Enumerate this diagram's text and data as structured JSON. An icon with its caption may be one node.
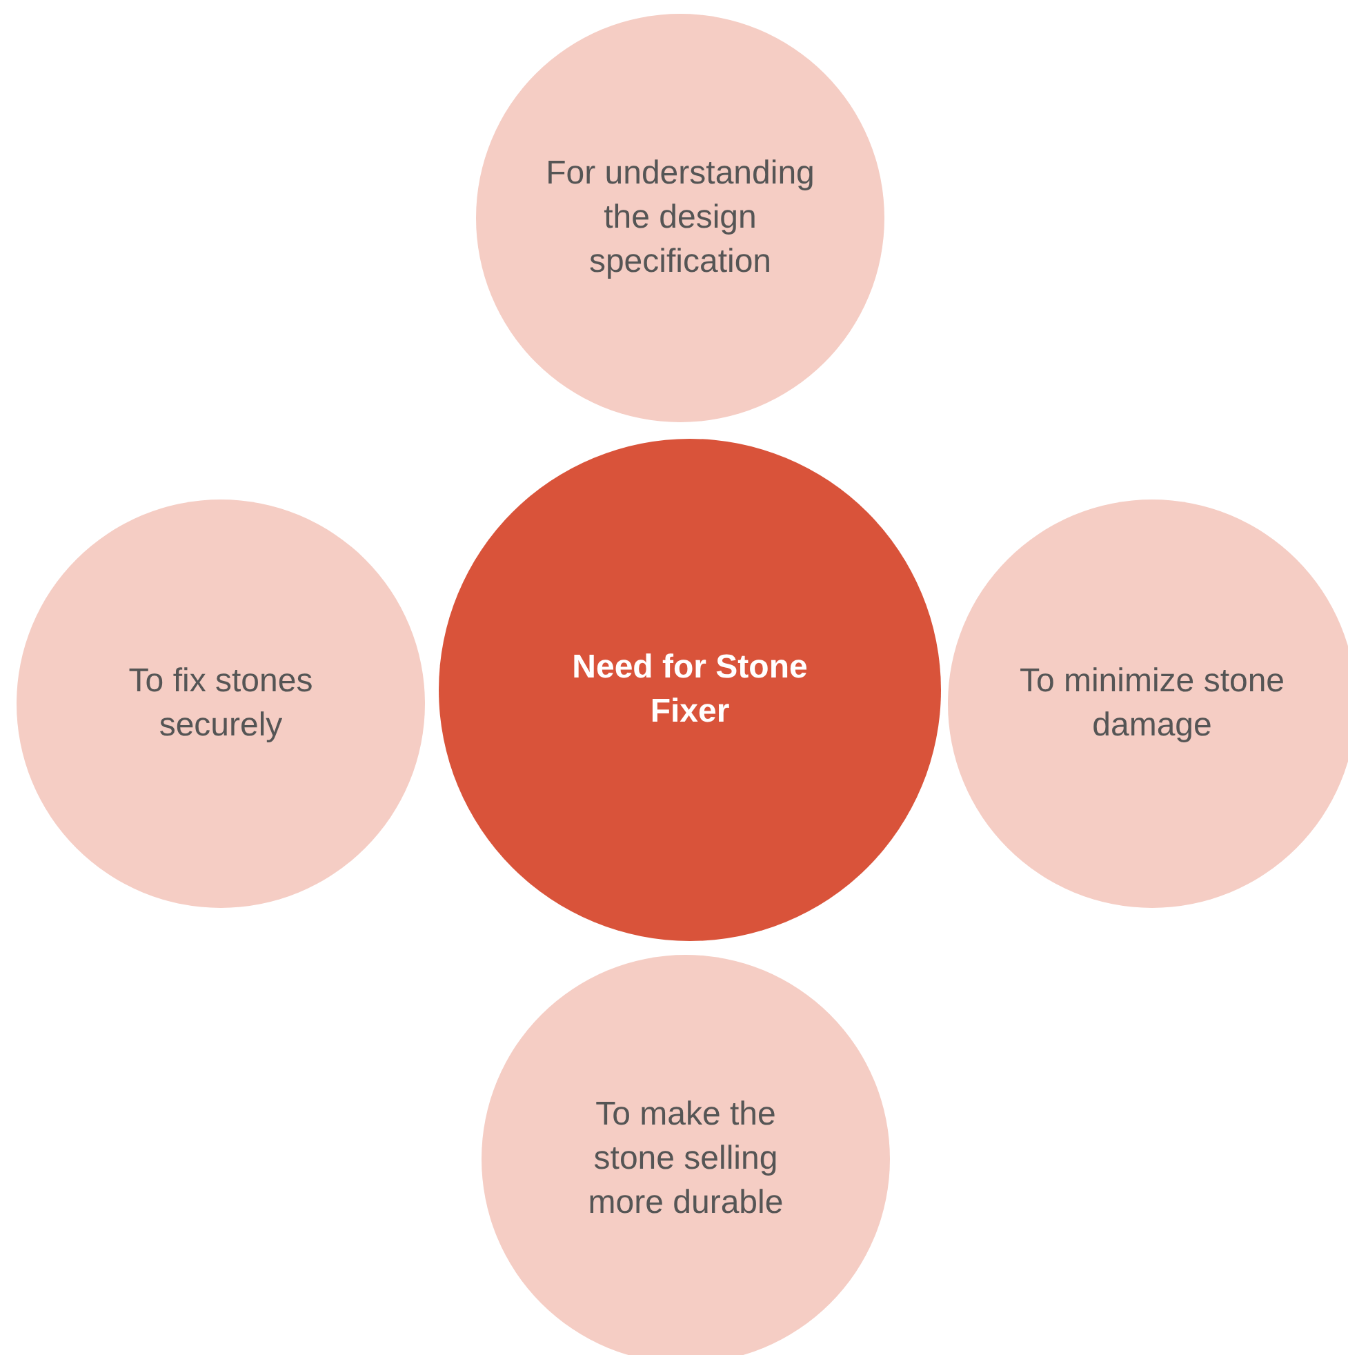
{
  "diagram": {
    "nodes": [
      {
        "text": [
          "For understanding the design specification"
        ]
      },
      {
        "text": [
          "To fix stones securely"
        ]
      },
      {
        "text": [
          "Need for Stone Fixer"
        ]
      },
      {
        "text": [
          "To minimize stone damage"
        ]
      },
      {
        "text": [
          "To make the stone selling more durable"
        ]
      }
    ]
  }
}
